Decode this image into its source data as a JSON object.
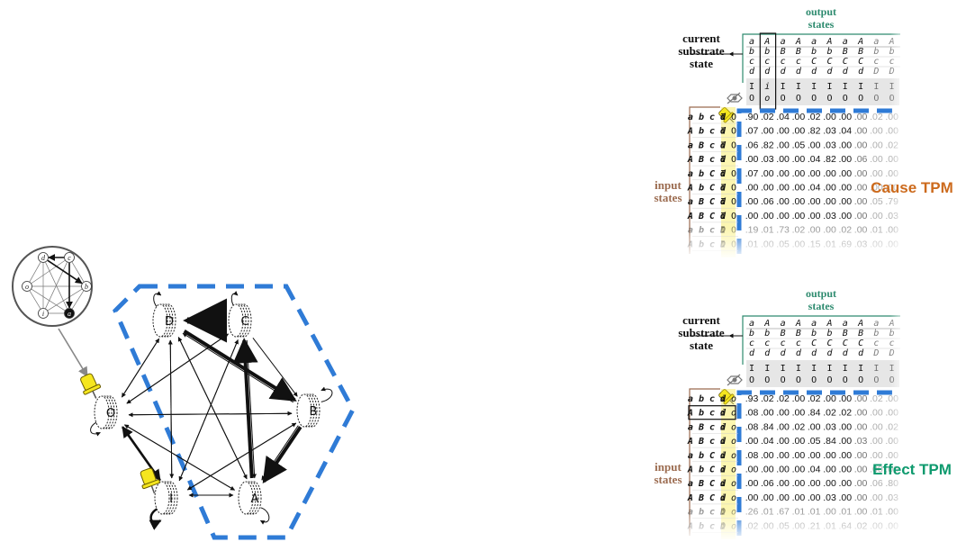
{
  "network": {
    "nodes": [
      "A",
      "B",
      "C",
      "D",
      "O",
      "I"
    ],
    "inset_nodes": [
      "a",
      "b",
      "c",
      "d",
      "o",
      "i"
    ]
  },
  "colors": {
    "blue": "#2f7bd6",
    "orange": "#cc6a1c",
    "green": "#0e9a6e",
    "teal": "#2e8b6f",
    "brown": "#9b6b4f",
    "yellow": "#f5e61f"
  },
  "cause": {
    "title": "Cause TPM",
    "header_output": "output",
    "header_states": "states",
    "current_label": [
      "current",
      "substrate",
      "state"
    ],
    "input_label": [
      "input",
      "states"
    ],
    "col_letters": [
      [
        "a",
        "b",
        "c",
        "d"
      ],
      [
        "A",
        "b",
        "c",
        "d"
      ],
      [
        "a",
        "B",
        "c",
        "d"
      ],
      [
        "A",
        "B",
        "c",
        "d"
      ],
      [
        "a",
        "b",
        "C",
        "d"
      ],
      [
        "A",
        "b",
        "C",
        "d"
      ],
      [
        "a",
        "B",
        "C",
        "d"
      ],
      [
        "A",
        "B",
        "C",
        "d"
      ],
      [
        "a",
        "b",
        "c",
        "D"
      ],
      [
        "A",
        "b",
        "c",
        "D"
      ]
    ],
    "col_io": [
      [
        "I",
        "O"
      ],
      [
        "i",
        "o"
      ],
      [
        "I",
        "O"
      ],
      [
        "I",
        "O"
      ],
      [
        "I",
        "O"
      ],
      [
        "I",
        "O"
      ],
      [
        "I",
        "O"
      ],
      [
        "I",
        "O"
      ],
      [
        "I",
        "O"
      ],
      [
        "I",
        "O"
      ]
    ],
    "row_labels": [
      "abcd",
      "Abcd",
      "aBcd",
      "ABcd",
      "abCd",
      "AbCd",
      "aBCd",
      "ABCd",
      "abcD",
      "AbcD"
    ],
    "row_io": "IO",
    "rows": [
      [
        ".90",
        ".02",
        ".04",
        ".00",
        ".02",
        ".00",
        ".00",
        ".00",
        ".02",
        ".00"
      ],
      [
        ".07",
        ".00",
        ".00",
        ".00",
        ".82",
        ".03",
        ".04",
        ".00",
        ".00",
        ".00"
      ],
      [
        ".06",
        ".82",
        ".00",
        ".05",
        ".00",
        ".03",
        ".00",
        ".00",
        ".00",
        ".02"
      ],
      [
        ".00",
        ".03",
        ".00",
        ".00",
        ".04",
        ".82",
        ".00",
        ".06",
        ".00",
        ".00"
      ],
      [
        ".07",
        ".00",
        ".00",
        ".00",
        ".00",
        ".00",
        ".00",
        ".00",
        ".00",
        ".00"
      ],
      [
        ".00",
        ".00",
        ".00",
        ".00",
        ".04",
        ".00",
        ".00",
        ".00",
        ".00",
        ".00"
      ],
      [
        ".00",
        ".06",
        ".00",
        ".00",
        ".00",
        ".00",
        ".00",
        ".00",
        ".05",
        ".79"
      ],
      [
        ".00",
        ".00",
        ".00",
        ".00",
        ".00",
        ".03",
        ".00",
        ".00",
        ".00",
        ".03"
      ],
      [
        ".19",
        ".01",
        ".73",
        ".02",
        ".00",
        ".00",
        ".02",
        ".00",
        ".01",
        ".00"
      ],
      [
        ".01",
        ".00",
        ".05",
        ".00",
        ".15",
        ".01",
        ".69",
        ".03",
        ".00",
        ".00"
      ]
    ]
  },
  "effect": {
    "title": "Effect TPM",
    "header_output": "output",
    "header_states": "states",
    "current_label": [
      "current",
      "substrate",
      "state"
    ],
    "input_label": [
      "input",
      "states"
    ],
    "col_letters": [
      [
        "a",
        "b",
        "c",
        "d"
      ],
      [
        "A",
        "b",
        "c",
        "d"
      ],
      [
        "a",
        "B",
        "c",
        "d"
      ],
      [
        "A",
        "B",
        "c",
        "d"
      ],
      [
        "a",
        "b",
        "C",
        "d"
      ],
      [
        "A",
        "b",
        "C",
        "d"
      ],
      [
        "a",
        "B",
        "C",
        "d"
      ],
      [
        "A",
        "B",
        "C",
        "d"
      ],
      [
        "a",
        "b",
        "c",
        "D"
      ],
      [
        "A",
        "b",
        "c",
        "D"
      ]
    ],
    "col_io": [
      [
        "I",
        "O"
      ],
      [
        "I",
        "O"
      ],
      [
        "I",
        "O"
      ],
      [
        "I",
        "O"
      ],
      [
        "I",
        "O"
      ],
      [
        "I",
        "O"
      ],
      [
        "I",
        "O"
      ],
      [
        "I",
        "O"
      ],
      [
        "I",
        "O"
      ],
      [
        "I",
        "O"
      ]
    ],
    "row_labels": [
      "abcd",
      "Abcd",
      "aBcd",
      "ABcd",
      "abCd",
      "AbCd",
      "aBCd",
      "ABCd",
      "abcD",
      "AbcD"
    ],
    "row_io": "io",
    "rows": [
      [
        ".93",
        ".02",
        ".02",
        ".00",
        ".02",
        ".00",
        ".00",
        ".00",
        ".02",
        ".00"
      ],
      [
        ".08",
        ".00",
        ".00",
        ".00",
        ".84",
        ".02",
        ".02",
        ".00",
        ".00",
        ".00"
      ],
      [
        ".08",
        ".84",
        ".00",
        ".02",
        ".00",
        ".03",
        ".00",
        ".00",
        ".00",
        ".02"
      ],
      [
        ".00",
        ".04",
        ".00",
        ".00",
        ".05",
        ".84",
        ".00",
        ".03",
        ".00",
        ".00"
      ],
      [
        ".08",
        ".00",
        ".00",
        ".00",
        ".00",
        ".00",
        ".00",
        ".00",
        ".00",
        ".00"
      ],
      [
        ".00",
        ".00",
        ".00",
        ".00",
        ".04",
        ".00",
        ".00",
        ".00",
        ".00",
        ".00"
      ],
      [
        ".00",
        ".06",
        ".00",
        ".00",
        ".00",
        ".00",
        ".00",
        ".00",
        ".06",
        ".80"
      ],
      [
        ".00",
        ".00",
        ".00",
        ".00",
        ".00",
        ".03",
        ".00",
        ".00",
        ".00",
        ".03"
      ],
      [
        ".26",
        ".01",
        ".67",
        ".01",
        ".01",
        ".00",
        ".01",
        ".00",
        ".01",
        ".00"
      ],
      [
        ".02",
        ".00",
        ".05",
        ".00",
        ".21",
        ".01",
        ".64",
        ".02",
        ".00",
        ".00"
      ]
    ]
  }
}
